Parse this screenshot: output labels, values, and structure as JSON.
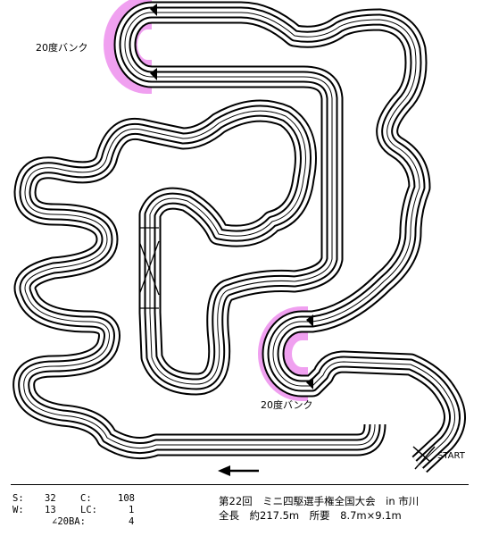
{
  "labels": {
    "bank_upper": "20度バンク",
    "bank_lower": "20度バンク",
    "start": "START"
  },
  "stats": {
    "s_key": "S:",
    "s_val": "32",
    "c_key": "C:",
    "c_val": "108",
    "w_key": "W:",
    "w_val": "13",
    "lc_key": "LC:",
    "lc_val": "1",
    "ba_key": "∠20BA:",
    "ba_val": "4"
  },
  "info": {
    "line1": "第22回　ミニ四駆選手権全国大会　in 市川",
    "line2": "全長　約217.5m　所要　8.7m×9.1m"
  },
  "colors": {
    "track_line": "#000000",
    "bank_fill": "#f0a0f0",
    "lane_change_fill": "#a0f0c8",
    "background": "#ffffff"
  },
  "icons": {
    "direction": "left-arrow-icon",
    "bank_marker": "triangle-icon"
  }
}
